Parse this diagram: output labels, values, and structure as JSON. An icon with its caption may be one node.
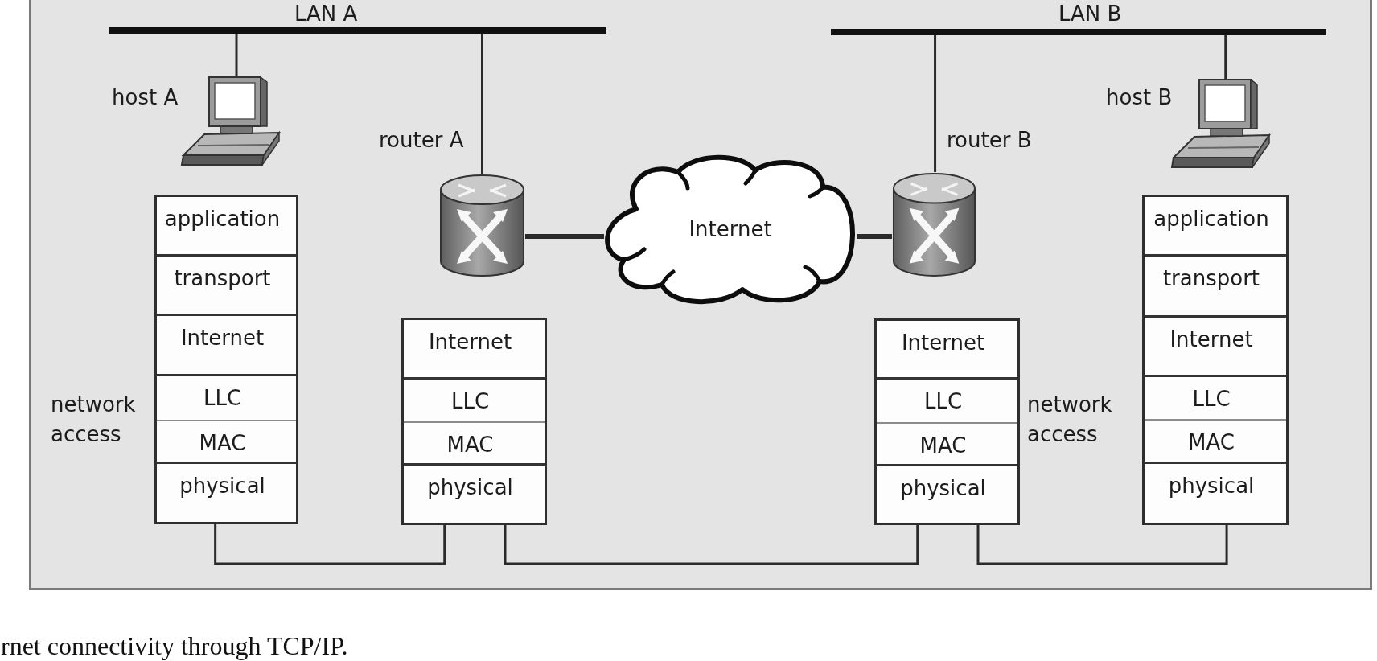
{
  "diagram": {
    "caption": "rnet connectivity through TCP/IP.",
    "nodes": [
      {
        "text": [
          "LAN A"
        ]
      },
      {
        "text": [
          "LAN B"
        ]
      },
      {
        "text": [],
        "shape": "picture",
        "beside": [
          "host A"
        ]
      },
      {
        "text": [],
        "shape": "picture",
        "beside": [
          "router A"
        ]
      },
      {
        "text": [
          "Internet"
        ]
      },
      {
        "text": [],
        "shape": "picture",
        "beside": [
          "router B"
        ]
      },
      {
        "text": [],
        "shape": "picture",
        "beside": [
          "host B"
        ]
      },
      {
        "text": [],
        "shape": "box"
      },
      {
        "text": [
          "application"
        ],
        "in": 7
      },
      {
        "text": [
          "transport"
        ],
        "in": 7
      },
      {
        "text": [
          "Internet"
        ],
        "in": 7
      },
      {
        "text": [
          "LLC"
        ],
        "in": 7
      },
      {
        "text": [
          "MAC"
        ],
        "in": 7
      },
      {
        "text": [
          "physical"
        ],
        "in": 7
      },
      {
        "text": [],
        "shape": "box"
      },
      {
        "text": [
          "Internet"
        ],
        "in": 14
      },
      {
        "text": [
          "LLC"
        ],
        "in": 14
      },
      {
        "text": [
          "MAC"
        ],
        "in": 14
      },
      {
        "text": [
          "physical"
        ],
        "in": 14
      },
      {
        "text": [],
        "shape": "box"
      },
      {
        "text": [
          "Internet"
        ],
        "in": 19
      },
      {
        "text": [
          "LLC"
        ],
        "in": 19
      },
      {
        "text": [
          "MAC"
        ],
        "in": 19
      },
      {
        "text": [
          "physical"
        ],
        "in": 19
      },
      {
        "text": [],
        "shape": "box"
      },
      {
        "text": [
          "application"
        ],
        "in": 24
      },
      {
        "text": [
          "transport"
        ],
        "in": 24
      },
      {
        "text": [
          "Internet"
        ],
        "in": 24
      },
      {
        "text": [
          "LLC"
        ],
        "in": 24
      },
      {
        "text": [
          "MAC"
        ],
        "in": 24
      },
      {
        "text": [
          "physical"
        ],
        "in": 24
      }
    ],
    "edges": [
      {
        "from": 0,
        "to": 2,
        "arrow": "none"
      },
      {
        "from": 0,
        "to": 3,
        "arrow": "none"
      },
      {
        "from": 3,
        "to": 4,
        "arrow": "none",
        "style": "thick"
      },
      {
        "from": 4,
        "to": 5,
        "arrow": "none",
        "style": "thick"
      },
      {
        "from": 1,
        "to": 5,
        "arrow": "none"
      },
      {
        "from": 1,
        "to": 6,
        "arrow": "none"
      },
      {
        "from": 13,
        "to": 18,
        "arrow": "none"
      },
      {
        "from": 18,
        "to": 23,
        "arrow": "none"
      },
      {
        "from": 23,
        "to": 30,
        "arrow": "none"
      }
    ],
    "labels": [
      "network access",
      "network access"
    ]
  }
}
